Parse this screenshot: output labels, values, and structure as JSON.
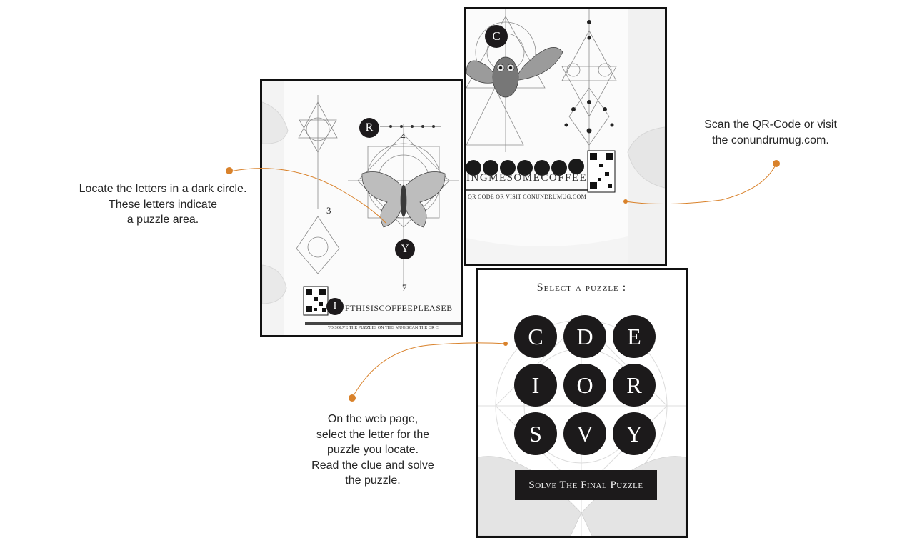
{
  "captions": {
    "locate": [
      "Locate the letters in a dark circle.",
      "These letters indicate",
      "a puzzle area."
    ],
    "scan": [
      "Scan the QR-Code or visit",
      "the conundrumug.com."
    ],
    "web": [
      "On the web page,",
      "select the letter for the",
      "puzzle you locate.",
      "Read the clue and solve",
      "the puzzle."
    ]
  },
  "mug_left": {
    "letters": [
      "R",
      "Y",
      "I"
    ],
    "numbers": [
      "4",
      "3",
      "7"
    ],
    "band_text": "FTHISISCOFFEEPLEASEB",
    "small_text": "TO SOLVE THE PUZZLES ON THIS MUG SCAN THE QR C"
  },
  "mug_right": {
    "letters": [
      "C"
    ],
    "band_text": "INGMESOMECOFFEE",
    "small_text": "QR CODE OR VISIT CONUNDRUMUG.COM"
  },
  "web_page": {
    "title": "Select a puzzle :",
    "puzzles": [
      "C",
      "D",
      "E",
      "I",
      "O",
      "R",
      "S",
      "V",
      "Y"
    ],
    "final_button": "Solve The Final Puzzle"
  },
  "colors": {
    "accent_dot": "#d9822b",
    "disc": "#1c1a1b",
    "panel_border": "#111111"
  },
  "icons": [
    "butterfly-icon",
    "owl-icon",
    "qr-code-icon"
  ]
}
